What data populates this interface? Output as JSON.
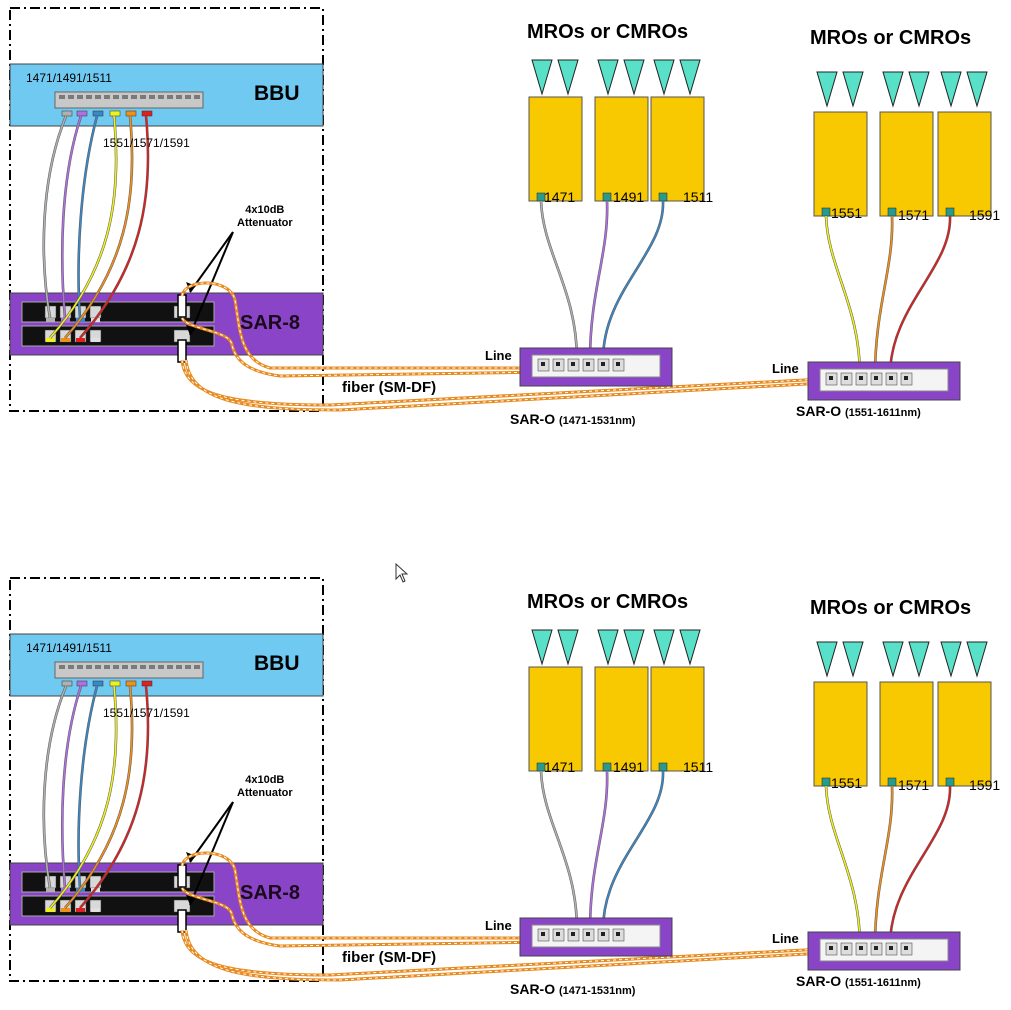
{
  "colors": {
    "bbu_blue": "#6fc9f0",
    "sar_purple": "#8a44c8",
    "mro_yellow": "#f8c800",
    "antenna_teal": "#58e0c8",
    "port_teal": "#2a9a8a",
    "fiber_orange": "#e88a1e",
    "ch1471": "#b0b0b0",
    "ch1491": "#b070e0",
    "ch1511": "#3a88c8",
    "ch1551": "#f0f020",
    "ch1571": "#f0901a",
    "ch1591": "#e02020"
  },
  "diagrams": [
    {
      "bbu_label": "BBU",
      "bbu_ports_top": "1471/1491/1511",
      "bbu_ports_bottom": "1551/1571/1591",
      "attenuator": [
        "4x10dB",
        "Attenuator"
      ],
      "sar8_label": "SAR-8",
      "fiber_label": "fiber (SM-DF)",
      "group_a": {
        "title": "MROs or CMROs",
        "channels": [
          "1471",
          "1491",
          "1511"
        ],
        "line_label": "Line",
        "saro_name": "SAR-O",
        "saro_range": "(1471-1531nm)"
      },
      "group_b": {
        "title": "MROs or CMROs",
        "channels": [
          "1551",
          "1571",
          "1591"
        ],
        "line_label": "Line",
        "saro_name": "SAR-O",
        "saro_range": "(1551-1611nm)"
      }
    },
    {
      "bbu_label": "BBU",
      "bbu_ports_top": "1471/1491/1511",
      "bbu_ports_bottom": "1551/1571/1591",
      "attenuator": [
        "4x10dB",
        "Attenuator"
      ],
      "sar8_label": "SAR-8",
      "fiber_label": "fiber (SM-DF)",
      "group_a": {
        "title": "MROs or CMROs",
        "channels": [
          "1471",
          "1491",
          "1511"
        ],
        "line_label": "Line",
        "saro_name": "SAR-O",
        "saro_range": "(1471-1531nm)"
      },
      "group_b": {
        "title": "MROs or CMROs",
        "channels": [
          "1551",
          "1571",
          "1591"
        ],
        "line_label": "Line",
        "saro_name": "SAR-O",
        "saro_range": "(1551-1611nm)"
      }
    }
  ]
}
